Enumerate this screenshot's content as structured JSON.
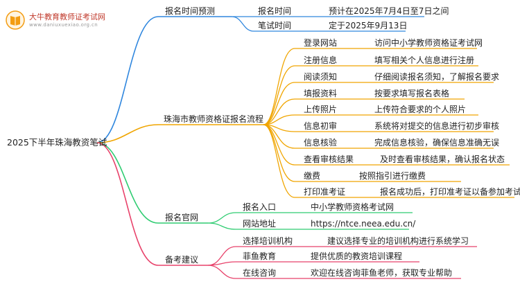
{
  "logo": {
    "title": "大牛教育教师证考试网",
    "subtitle": "www.daniuxuexiao.org.cn",
    "icon": "book-icon",
    "accent": "#f39c12"
  },
  "root": "2025下半年珠海教资笔试",
  "colors": {
    "b1": "#2e86de",
    "b2": "#f0a500",
    "b3": "#2ecc71",
    "b4": "#e8416a"
  },
  "branches": [
    {
      "label": "报名时间预测",
      "items": [
        {
          "label": "报名时间",
          "value": "预计在2025年7月4日至7日之间"
        },
        {
          "label": "笔试时间",
          "value": "定于2025年9月13日"
        }
      ]
    },
    {
      "label": "珠海市教师资格证报名流程",
      "items": [
        {
          "label": "登录网站",
          "value": "访问中小学教师资格证考试网"
        },
        {
          "label": "注册信息",
          "value": "填写相关个人信息进行注册"
        },
        {
          "label": "阅读须知",
          "value": "仔细阅读报名须知，了解报名要求"
        },
        {
          "label": "填报资料",
          "value": "按要求填写报名表格"
        },
        {
          "label": "上传照片",
          "value": "上传符合要求的个人照片"
        },
        {
          "label": "信息初审",
          "value": "系统将对提交的信息进行初步审核"
        },
        {
          "label": "信息核验",
          "value": "完成信息核验，确保信息准确无误"
        },
        {
          "label": "查看审核结果",
          "value": "及时查看审核结果，确认报名状态"
        },
        {
          "label": "缴费",
          "value": "按照指引进行缴费"
        },
        {
          "label": "打印准考证",
          "value": "报名成功后，打印准考证以备参加考试"
        }
      ]
    },
    {
      "label": "报名官网",
      "items": [
        {
          "label": "报名入口",
          "value": "中小学教师资格考试网"
        },
        {
          "label": "网站地址",
          "value": "https://ntce.neea.edu.cn/"
        }
      ]
    },
    {
      "label": "备考建议",
      "items": [
        {
          "label": "选择培训机构",
          "value": "建议选择专业的培训机构进行系统学习"
        },
        {
          "label": "菲鱼教育",
          "value": "提供优质的教资培训课程"
        },
        {
          "label": "在线咨询",
          "value": "欢迎在线咨询菲鱼老师，获取专业帮助"
        }
      ]
    }
  ]
}
